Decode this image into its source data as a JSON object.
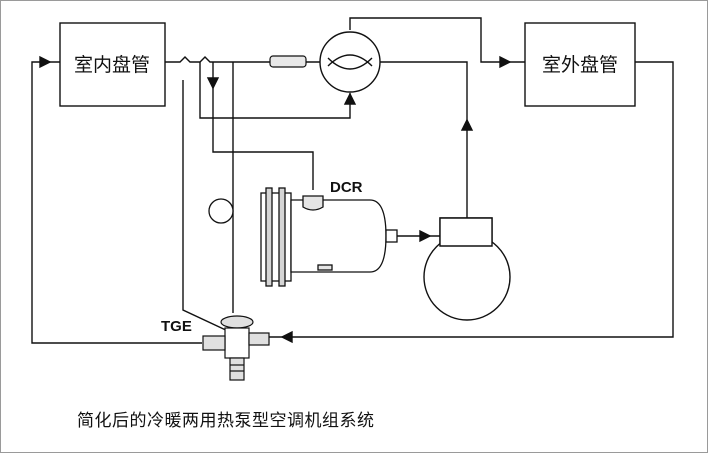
{
  "diagram": {
    "indoor_coil": "室内盘管",
    "outdoor_coil": "室外盘管",
    "dcr_label": "DCR",
    "tge_label": "TGE",
    "caption": "简化后的冷暖两用热泵型空调机组系统"
  }
}
